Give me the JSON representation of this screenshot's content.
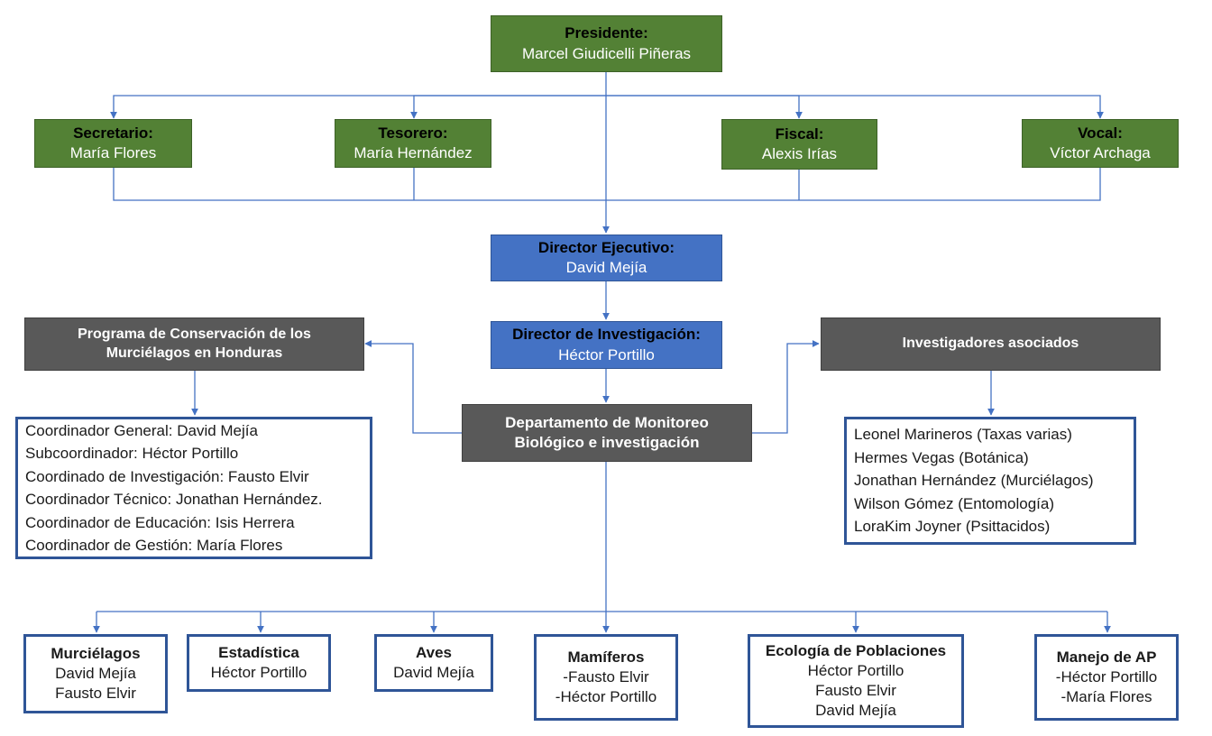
{
  "colors": {
    "board": "#538135",
    "direction": "#4472c4",
    "program": "#595959",
    "line": "#4472c4",
    "border": "#2f5597"
  },
  "president": {
    "role": "Presidente:",
    "name": "Marcel Giudicelli Piñeras"
  },
  "board": [
    {
      "role": "Secretario:",
      "name": "María Flores"
    },
    {
      "role": "Tesorero:",
      "name": "María Hernández"
    },
    {
      "role": "Fiscal:",
      "name": "Alexis Irías"
    },
    {
      "role": "Vocal:",
      "name": "Víctor Archaga"
    }
  ],
  "executive_director": {
    "role": "Director Ejecutivo:",
    "name": "David Mejía"
  },
  "research_director": {
    "role": "Director de Investigación:",
    "name": "Héctor Portillo"
  },
  "program": {
    "title": "Programa de Conservación de los Murciélagos en Honduras",
    "members": [
      "Coordinador General: David Mejía",
      "Subcoordinador: Héctor Portillo",
      "Coordinado de Investigación: Fausto Elvir",
      "Coordinador Técnico: Jonathan Hernández.",
      "Coordinador de Educación: Isis Herrera",
      "Coordinador de Gestión: María Flores"
    ]
  },
  "department": {
    "title": "Departamento de Monitoreo Biológico e investigación"
  },
  "associates": {
    "title": "Investigadores asociados",
    "members": [
      "Leonel Marineros (Taxas varias)",
      "Hermes Vegas (Botánica)",
      "Jonathan Hernández (Murciélagos)",
      "Wilson Gómez (Entomología)",
      "LoraKim Joyner (Psittacidos)"
    ]
  },
  "areas": [
    {
      "title": "Murciélagos",
      "members": [
        "David Mejía",
        "Fausto Elvir"
      ]
    },
    {
      "title": "Estadística",
      "members": [
        "Héctor Portillo"
      ]
    },
    {
      "title": "Aves",
      "members": [
        "David Mejía"
      ]
    },
    {
      "title": "Mamíferos",
      "members": [
        "-Fausto Elvir",
        "-Héctor Portillo"
      ]
    },
    {
      "title": "Ecología de Poblaciones",
      "members": [
        "Héctor Portillo",
        "Fausto Elvir",
        "David Mejía"
      ]
    },
    {
      "title": "Manejo de AP",
      "members": [
        "-Héctor Portillo",
        "-María Flores"
      ]
    }
  ]
}
